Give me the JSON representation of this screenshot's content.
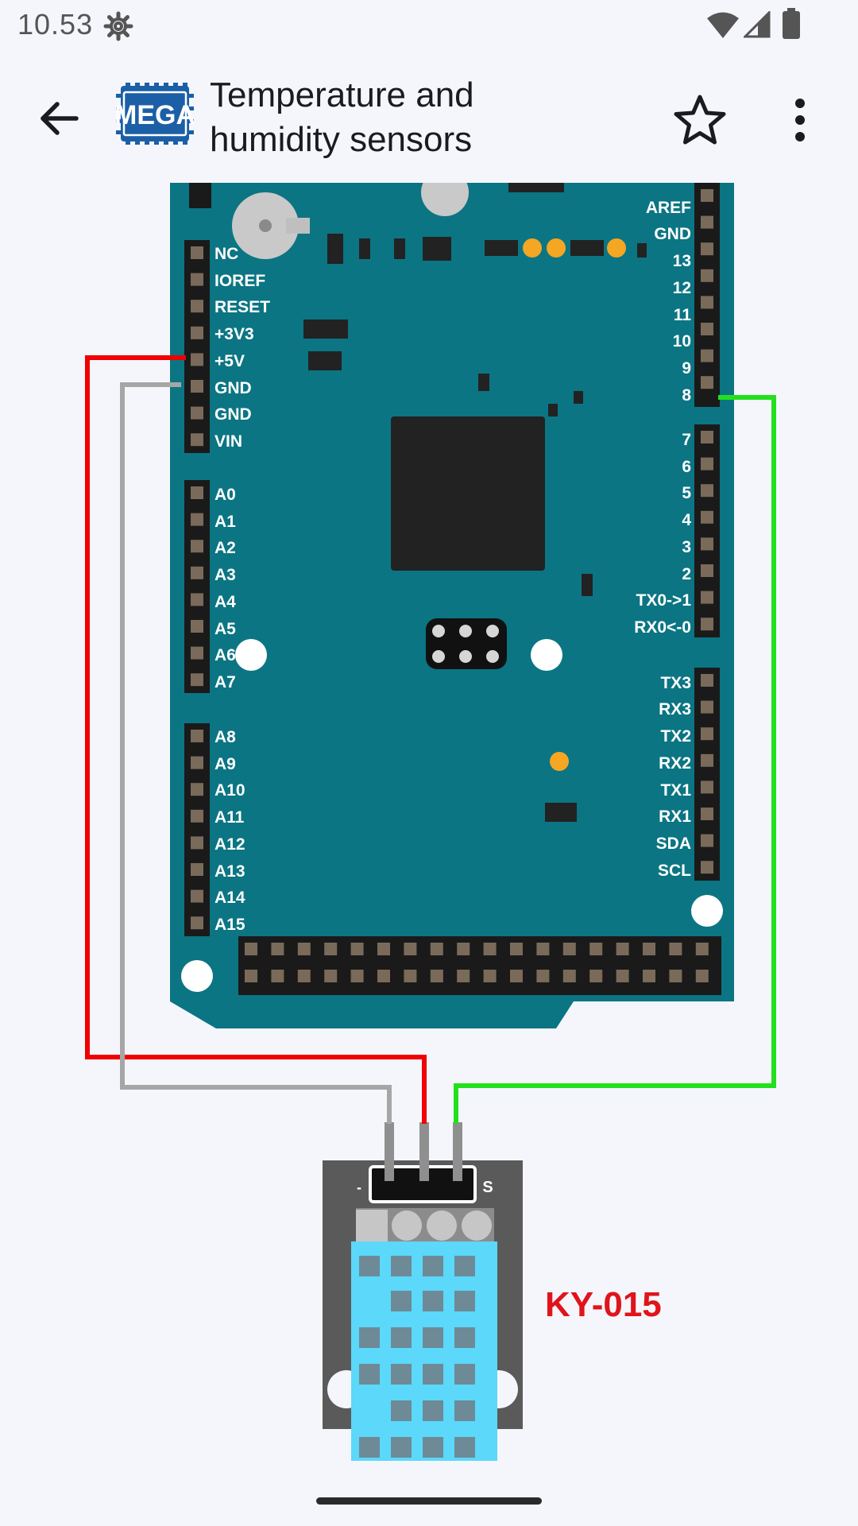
{
  "status_bar": {
    "time": "10.53",
    "icons": [
      "settings-gear-icon",
      "wifi-icon",
      "cell-signal-icon",
      "battery-icon"
    ]
  },
  "app_bar": {
    "title": "Temperature and humidity sensors",
    "title_line1": "Temperature and",
    "title_line2": "humidity sensors",
    "logo_text": "MEGA",
    "icons": [
      "back-arrow-icon",
      "mega-board-logo",
      "star-outline-icon",
      "more-vert-icon"
    ]
  },
  "board": {
    "left_power_pins": [
      "NC",
      "IOREF",
      "RESET",
      "+3V3",
      "+5V",
      "GND",
      "GND",
      "VIN"
    ],
    "left_analog_pins_1": [
      "A0",
      "A1",
      "A2",
      "A3",
      "A4",
      "A5",
      "A6",
      "A7"
    ],
    "left_analog_pins_2": [
      "A8",
      "A9",
      "A10",
      "A11",
      "A12",
      "A13",
      "A14",
      "A15"
    ],
    "right_pins_1": [
      "AREF",
      "GND",
      "13",
      "12",
      "11",
      "10",
      "9",
      "8"
    ],
    "right_pins_2": [
      "7",
      "6",
      "5",
      "4",
      "3",
      "2",
      "TX0->1",
      "RX0<-0"
    ],
    "right_pins_3": [
      "TX3",
      "RX3",
      "TX2",
      "RX2",
      "TX1",
      "RX1",
      "SDA",
      "SCL"
    ]
  },
  "sensor": {
    "name": "KY-015",
    "pin_minus": "-",
    "pin_signal": "S"
  },
  "colors": {
    "board": "#0b7583",
    "wire_5v": "#f00000",
    "wire_gnd": "#a6a6a6",
    "wire_signal": "#22e01c",
    "sensor_label": "#e0141a",
    "sensor_body": "#5bd8fa"
  }
}
